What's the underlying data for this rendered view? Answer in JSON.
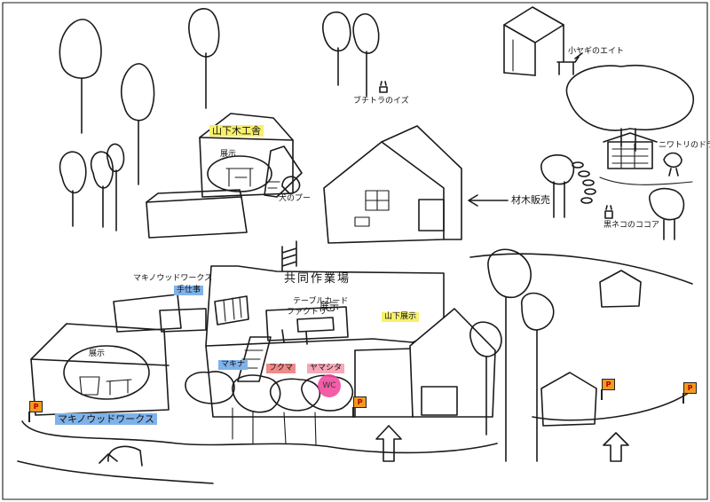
{
  "labels": {
    "main_workshop": "共同作業場",
    "yamashita_workshop": "山下木工舎",
    "display_left": "展示",
    "display_main": "展示",
    "display_topbuilding": "展示",
    "maki_woodworks_top": "マキノウッドワークス",
    "maki_woodworks_top_sub": "手仕事",
    "maki_woodworks_bottom": "マキノウッドワークス",
    "yamashita_display": "山下展示",
    "lumber_sales": "材木販売",
    "table_factory_line1": "テーブルカード",
    "table_factory_line2": "ファクトリー",
    "makina": "マキナ",
    "tsukuru": "フクマ",
    "yamashita_small": "ヤマシタ",
    "wc": "WC",
    "goat": "小ヤギのエイト",
    "chicken": "ニワトリのドラゴン",
    "dog": "犬のプー",
    "cat_top": "ブチトラのイズ",
    "cat_right": "黒ネコのココア"
  },
  "parking_sign": "P",
  "colors": {
    "yellow_highlight": "#f7f06a",
    "blue_highlight": "#7fb2ea",
    "pink_highlight": "#f4a8b8",
    "red_highlight": "#ee8a8a",
    "wc_pink": "#f2419a",
    "parking_orange": "#f39a1c"
  }
}
